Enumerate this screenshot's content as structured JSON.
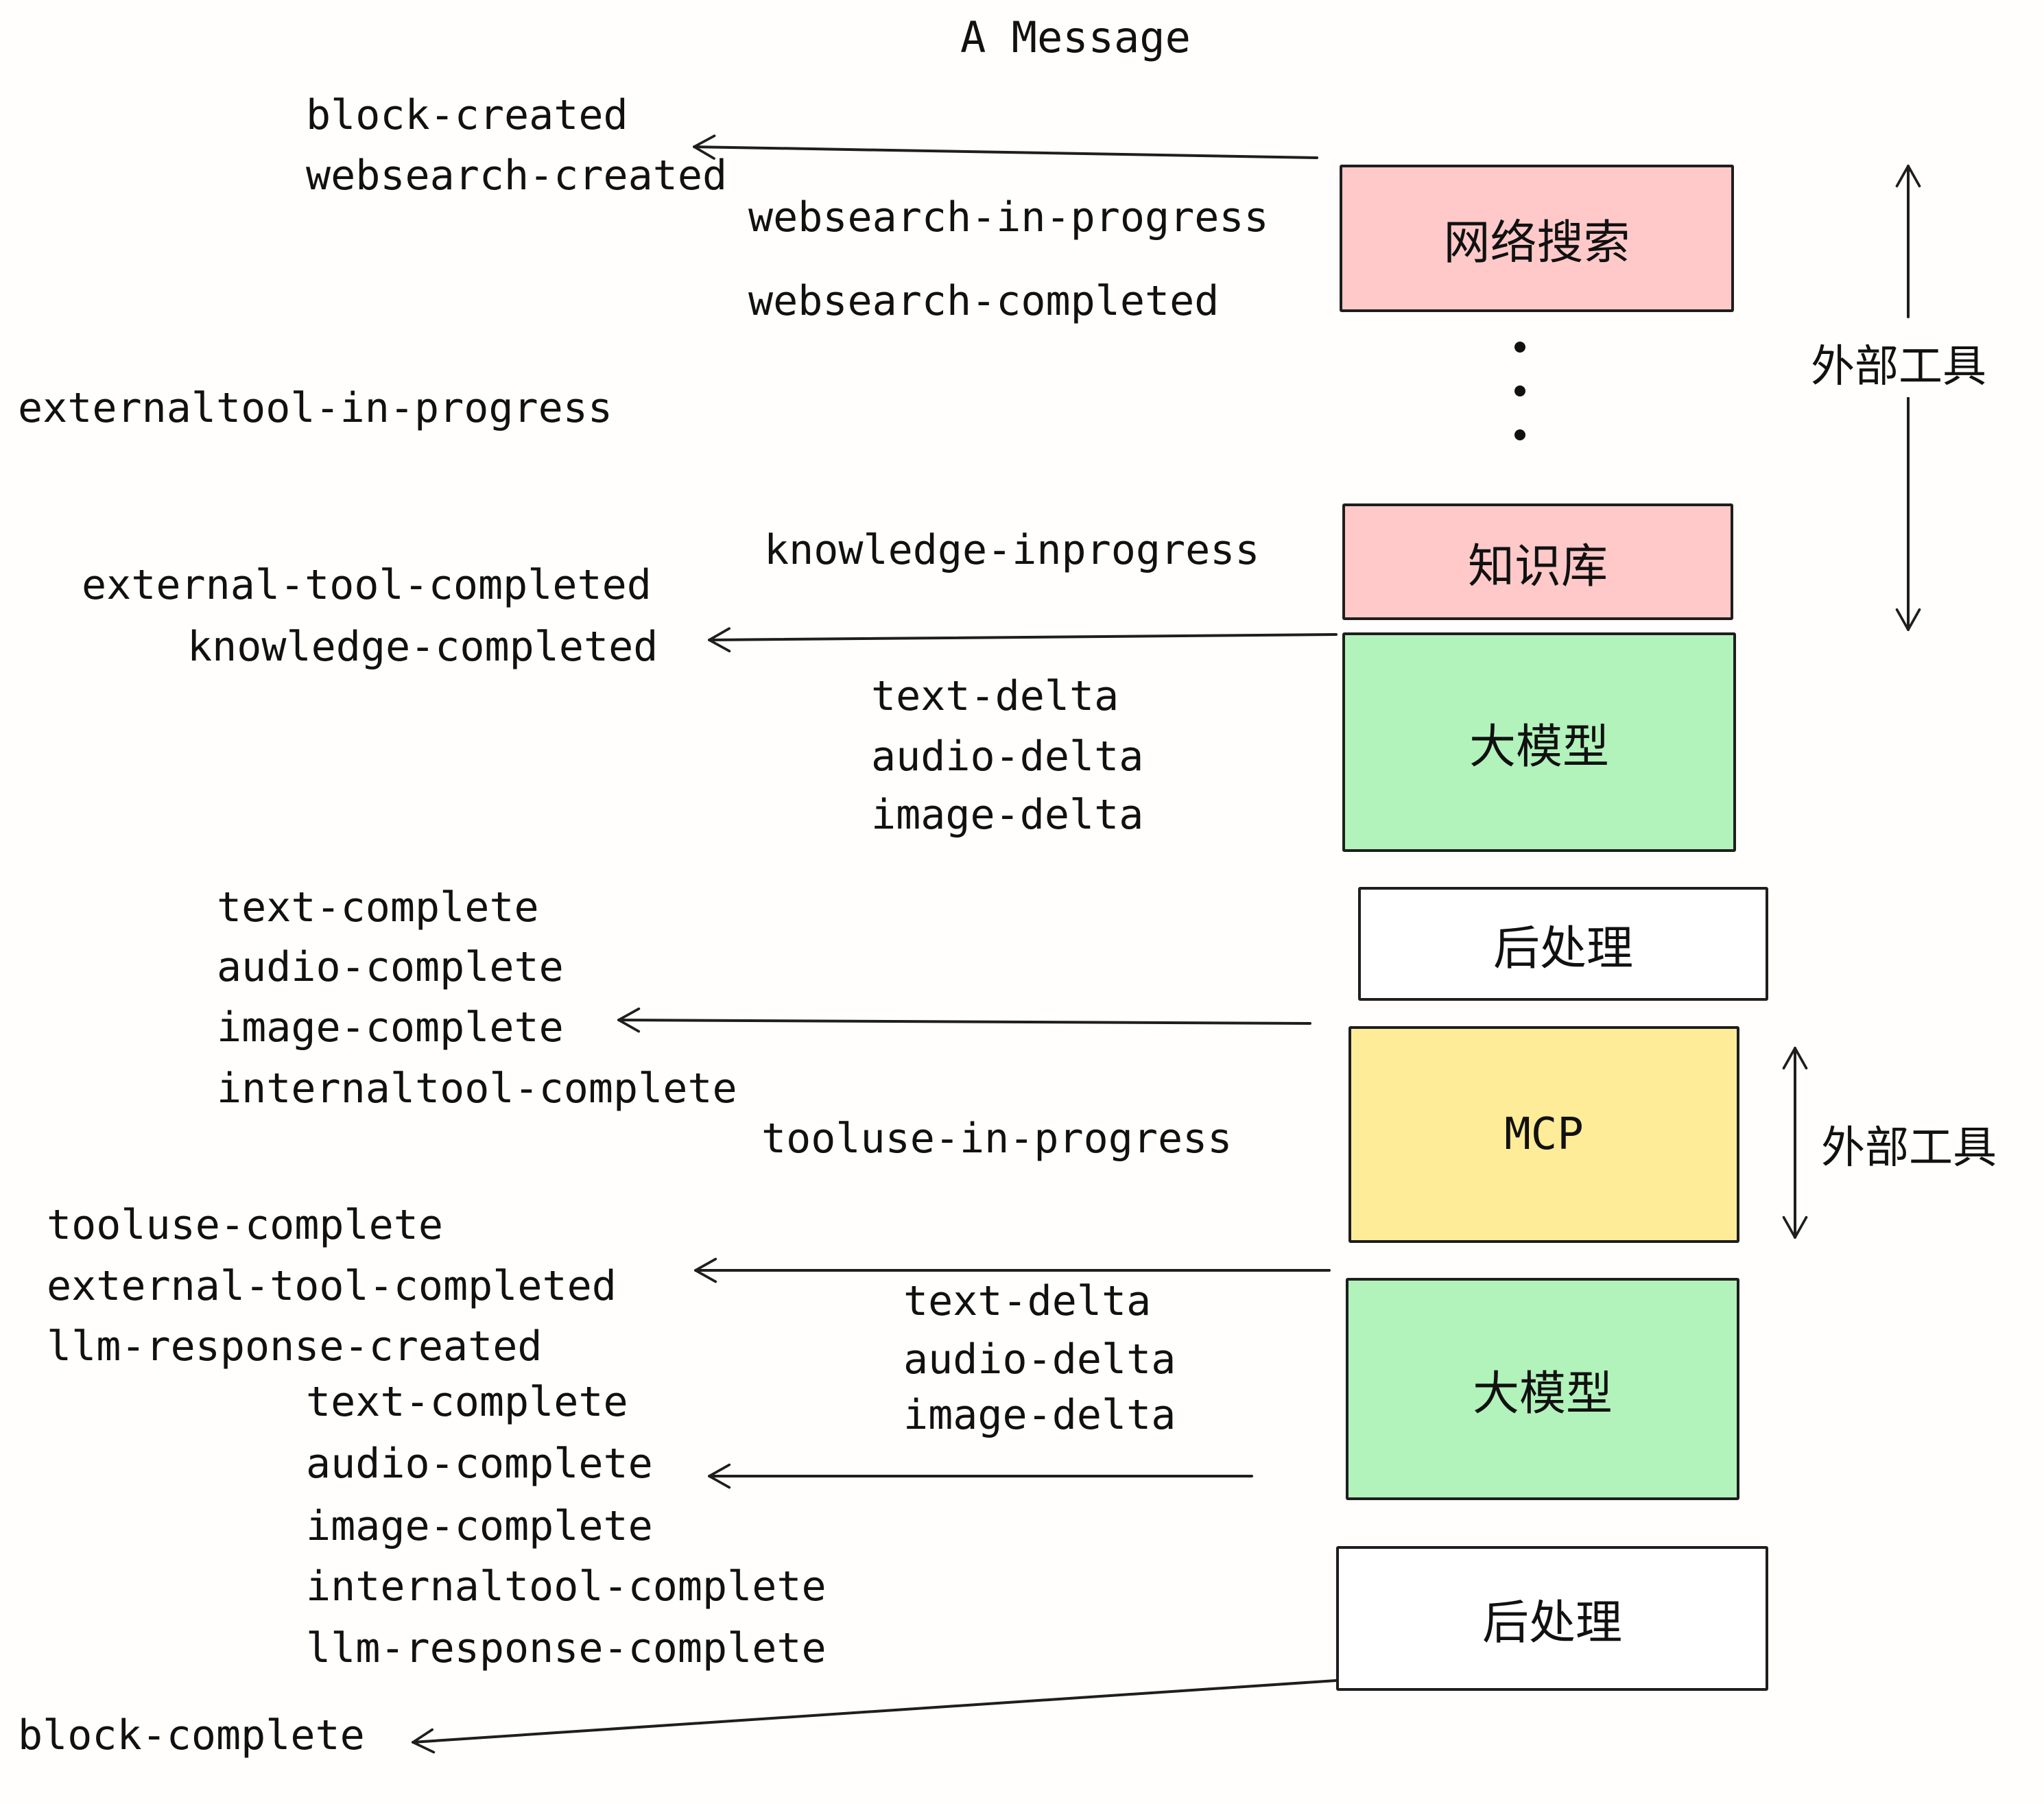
{
  "title": "A Message",
  "events": {
    "block_created": "block-created",
    "websearch_created": "websearch-created",
    "websearch_in_progress": "websearch-in-progress",
    "websearch_completed": "websearch-completed",
    "externaltool_in_progress": "externaltool-in-progress",
    "knowledge_inprogress": "knowledge-inprogress",
    "external_tool_completed": "external-tool-completed",
    "knowledge_completed": "knowledge-completed",
    "text_delta": "text-delta",
    "audio_delta": "audio-delta",
    "image_delta": "image-delta",
    "text_complete": "text-complete",
    "audio_complete": "audio-complete",
    "image_complete": "image-complete",
    "internaltool_complete": "internaltool-complete",
    "tooluse_in_progress": "tooluse-in-progress",
    "tooluse_complete": "tooluse-complete",
    "llm_response_created": "llm-response-created",
    "llm_response_complete": "llm-response-complete",
    "block_complete": "block-complete"
  },
  "boxes": {
    "websearch": {
      "label": "网络搜索",
      "fill": "#ffc9c9"
    },
    "knowledge": {
      "label": "知识库",
      "fill": "#ffc9c9"
    },
    "llm_top": {
      "label": "大模型",
      "fill": "#b2f2bb"
    },
    "post_top": {
      "label": "后处理",
      "fill": "#ffffff"
    },
    "mcp": {
      "label": "MCP",
      "fill": "#ffec99"
    },
    "llm_bottom": {
      "label": "大模型",
      "fill": "#b2f2bb"
    },
    "post_bottom": {
      "label": "后处理",
      "fill": "#ffffff"
    }
  },
  "annotations": {
    "external_tools_top": "外部工具",
    "external_tools_bottom": "外部工具"
  },
  "colors": {
    "stroke": "#1e1e1e",
    "pink": "#ffc9c9",
    "green": "#b2f2bb",
    "yellow": "#ffec99"
  }
}
